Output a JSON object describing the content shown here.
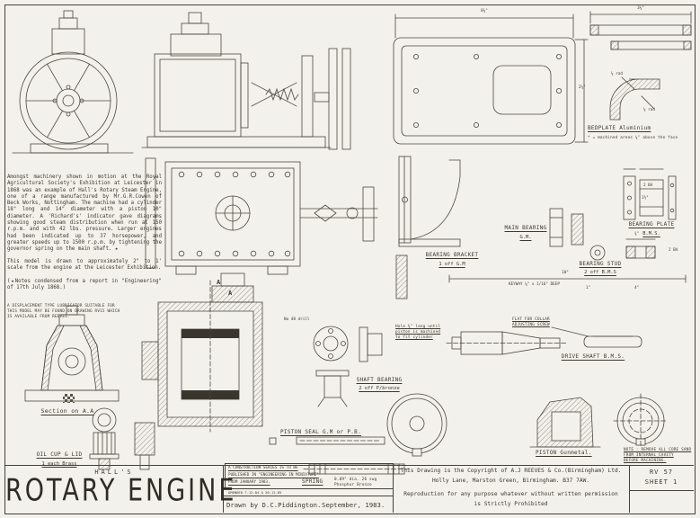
{
  "sheet": {
    "ref": "RV 57",
    "sheet_no": "SHEET 1"
  },
  "title_block": {
    "subtitle": "HALL'S",
    "title": "ROTARY ENGINE",
    "series_line1": "A CONSTRUCTION SERIES IS TO BE",
    "series_line2": "PUBLISHED IN \"ENGINEERING IN MINIATURE\"",
    "series_line3": "FROM JANUARY 1983.",
    "amended": "AMENDED 7-12-84 & 20-12-85",
    "drawn_by": "Drawn by D.C.Piddington.",
    "date": "September, 1983.",
    "copyright_line1": "This Drawing is the Copyright of A.J REEVES & Co.(Birmingham) Ltd.",
    "copyright_line2": "Holly Lane, Marston Green, Birmingham. B37 7AW.",
    "copyright_line3": "Reproduction for any purpose whatever without written permission",
    "copyright_line4": "is Strictly Prohibited"
  },
  "description": {
    "para1": "Amongst machinery shown in motion at the Royal Agricultural Society's Exhibition at Leicester in 1868 was an example of Hall's Rotary Steam Engine, one of a range manufactured by Mr.G.R.Cowen of Beck Works, Nottingham. The machine had a cylinder 18\" long and 14\" diameter with a piston 10\" diameter. A 'Richard's' indicator gave diagrams showing good steam distribution when run at 150 r.p.m. and with 42 lbs. pressure. Larger engines had been indicated up to 37 horsepower, and greater speeds up to 1500 r.p.m. by tightening the governor spring on the main shaft. ★",
    "para2": "This model is drawn to approximately 2\" to 1' scale from the engine at the Leicester Exhibition.",
    "para3": "(★Notes condensed from a report in \"Engineering\" of 17th July 1868.)",
    "lubricator_note": "A DISPLACEMENT TYPE LUBRICATOR SUITABLE FOR\nTHIS MODEL MAY BE FOUND ON DRAWING RV15 WHICH\nIS AVAILABLE FROM REEVES."
  },
  "labels": {
    "bedplate": {
      "title": "BEDPLATE   Aluminium",
      "note": "* = machined areas ¼\" above the face"
    },
    "bearing_plate": {
      "title": "BEARING PLATE",
      "material": "B.M.S."
    },
    "main_bearing": {
      "title": "MAIN BEARING",
      "material": "G.M."
    },
    "bearing_bracket": {
      "title": "BEARING BRACKET",
      "material": "1 off  G.M"
    },
    "bearing_stud": {
      "title": "BEARING STUD",
      "material": "2 off B.M.S"
    },
    "drive_shaft": {
      "title": "DRIVE SHAFT   B.M.S.",
      "note": "FLAT FOR COLLAR\nADJUSTING SCREW"
    },
    "shaft_bearing": {
      "title": "SHAFT BEARING",
      "material": "2 off P/bronze"
    },
    "piston_seal": {
      "title": "PISTON SEAL    G.M or P.B."
    },
    "piston": {
      "title": "PISTON   Gunmetal.",
      "note": "NOTE : REMOVE ALL CORE SAND\nFROM INTERNAL CAVITY\nBEFORE MACHINING."
    },
    "spring": {
      "title": "SPRING",
      "detail": "0.09\" dia. 26 swg\nPhosphor Bronze"
    },
    "section_aa": {
      "title": "Section on A.A"
    },
    "oil_cup": {
      "title": "OIL CUP & LID",
      "material": "1 each  Brass"
    },
    "bore_note": "Hole ⅝\" long until\npiston is machined\nto fit cylinder",
    "marker_a": "A"
  },
  "dims": {
    "d0": "8¼\"",
    "d1": "3¼\"",
    "d2": "¼ rad",
    "d3": "¼ rad",
    "d4": "10\"",
    "d5": "1½\"",
    "d6": "2 BA",
    "d7": "¾\"",
    "d8": "2 BA",
    "d9": "1\"",
    "d10": "4\"",
    "d11": "No 48 drill",
    "d12": "KEYWAY ⅛\" x 1/16\" DEEP",
    "d13": "2¼\""
  }
}
